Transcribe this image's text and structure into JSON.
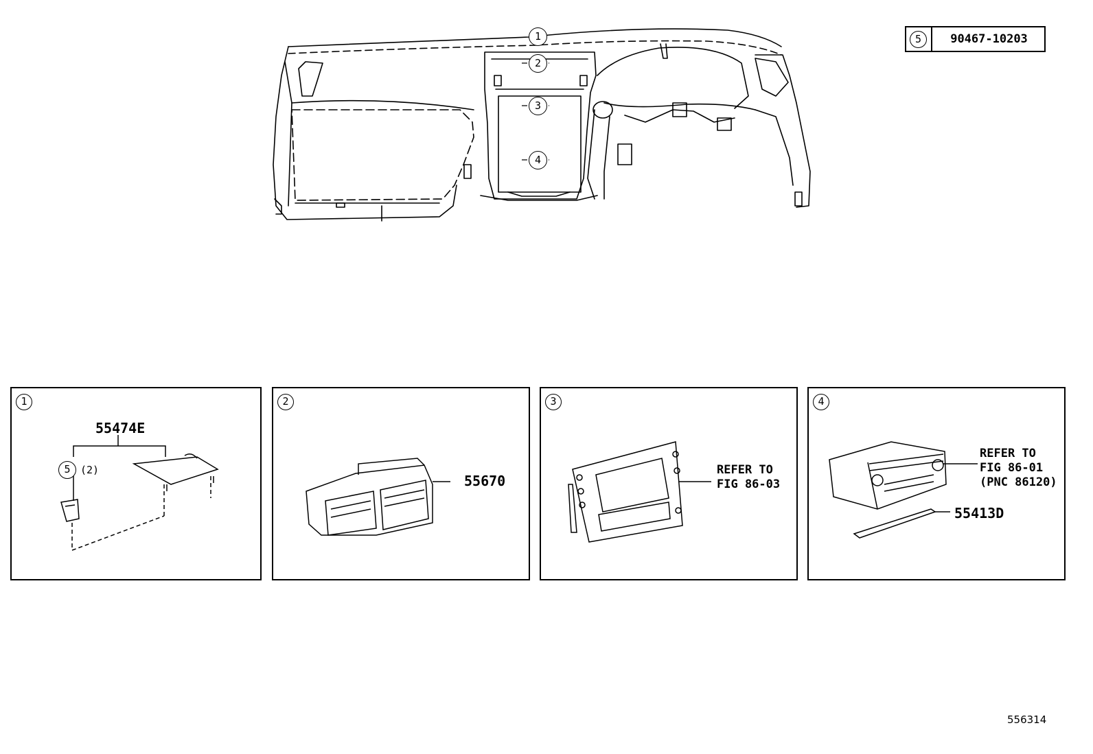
{
  "main": {
    "callouts": [
      "1",
      "2",
      "3",
      "4"
    ]
  },
  "legend": {
    "ref_num": "5",
    "part_number": "90467-10203"
  },
  "panels": [
    {
      "num": "1",
      "part": "55474E",
      "sub_callout": "5",
      "qty": "(2)"
    },
    {
      "num": "2",
      "part": "55670"
    },
    {
      "num": "3",
      "ref_line1": "REFER TO",
      "ref_line2": "FIG 86-03"
    },
    {
      "num": "4",
      "ref_line1": "REFER TO",
      "ref_line2": "FIG 86-01",
      "ref_line3": "(PNC 86120)",
      "part": "55413D"
    }
  ],
  "figure_id": "556314"
}
